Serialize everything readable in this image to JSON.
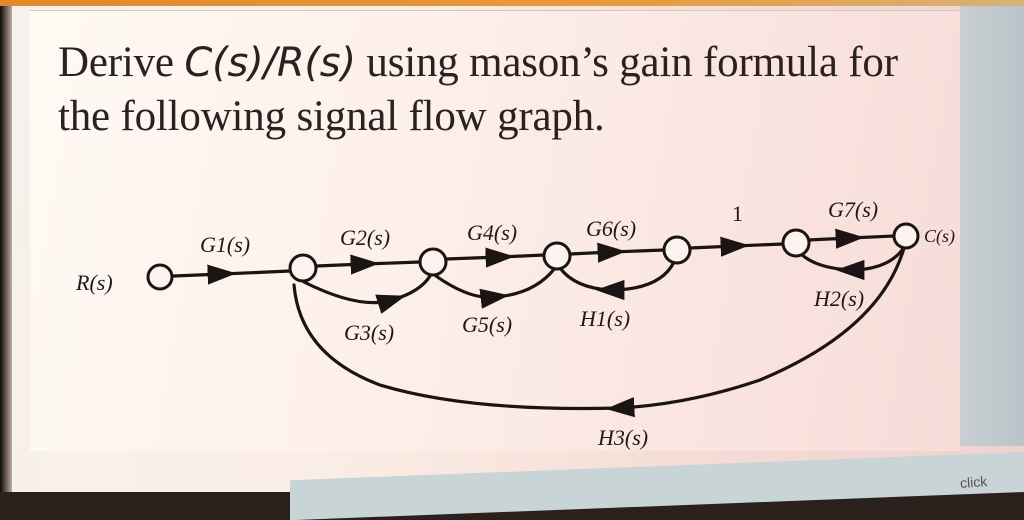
{
  "question": {
    "line1_prefix": "Derive ",
    "math_C": "C",
    "math_s1": "(s)/",
    "math_R": "R",
    "math_s2": "(s)",
    "line1_suffix": " using mason’s gain formula for",
    "line2": "the following signal flow graph."
  },
  "graph": {
    "input_label": "R(s)",
    "output_label": "C(s)",
    "forward_gains": {
      "g1": "G1(s)",
      "g2": "G2(s)",
      "g3": "G3(s)",
      "g4": "G4(s)",
      "g5": "G5(s)",
      "g6": "G6(s)",
      "unity": "1",
      "g7": "G7(s)"
    },
    "feedback_gains": {
      "h1": "H1(s)",
      "h2": "H2(s)",
      "h3": "H3(s)"
    },
    "nodes": [
      "R(s)",
      "n1",
      "n2",
      "n3",
      "n4",
      "n5",
      "C(s)"
    ],
    "branches": [
      {
        "from": "R(s)",
        "to": "n1",
        "gain": "G1(s)"
      },
      {
        "from": "n1",
        "to": "n2",
        "gain": "G2(s)"
      },
      {
        "from": "n1",
        "to": "n2",
        "gain": "G3(s)"
      },
      {
        "from": "n2",
        "to": "n3",
        "gain": "G4(s)"
      },
      {
        "from": "n2",
        "to": "n3",
        "gain": "G5(s)"
      },
      {
        "from": "n3",
        "to": "n4",
        "gain": "G6(s)"
      },
      {
        "from": "n4",
        "to": "n3",
        "gain": "H1(s)"
      },
      {
        "from": "n4",
        "to": "n5",
        "gain": "1"
      },
      {
        "from": "n5",
        "to": "C(s)",
        "gain": "G7(s)"
      },
      {
        "from": "C(s)",
        "to": "n5",
        "gain": "H2(s)"
      },
      {
        "from": "C(s)",
        "to": "n1",
        "gain": "H3(s)"
      }
    ]
  },
  "footer": {
    "partial_text": "click"
  }
}
